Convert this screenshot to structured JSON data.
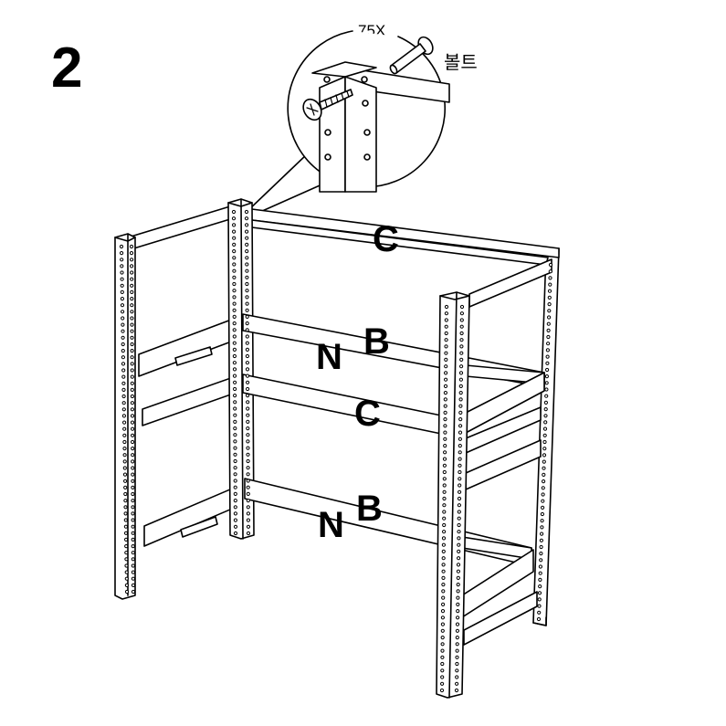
{
  "step": {
    "number": "2"
  },
  "callout": {
    "quantity": "75X",
    "part_label": "볼트"
  },
  "labels": {
    "top_back": "C",
    "upper_side": "N",
    "upper_back": "B",
    "middle_back": "C",
    "lower_side": "N",
    "lower_back": "B"
  },
  "colors": {
    "line": "#000000",
    "fill": "#ffffff"
  },
  "icons": {
    "bolt": "bolt-icon",
    "screw": "screw-icon"
  }
}
